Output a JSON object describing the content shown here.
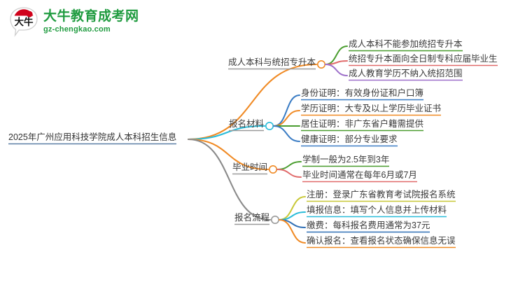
{
  "logo": {
    "mark_text": "大牛",
    "title": "大牛教育成考网",
    "subtitle": "gz-chengkao.com",
    "brand_color": "#1f9b3f",
    "mark_accent_color": "#d0021b"
  },
  "mindmap": {
    "root": {
      "label": "2025年广州应用科技学院成人本科招生信息",
      "underline_color": "#5b7fa6",
      "node_color": "#2f7ecb"
    },
    "branches": [
      {
        "label": "成人本科与统招专升本",
        "branch_color": "#f08a24",
        "node_color": "#f08a24",
        "underline_color": "#9a9a9a",
        "leaves": [
          {
            "label": "成人本科不能参加统招专升本",
            "color": "#4a9d2f"
          },
          {
            "label": "统招专升本面向全日制专科应届毕业生",
            "color": "#e06a6a"
          },
          {
            "label": "成人教育学历不纳入统招范围",
            "color": "#9d6fc9"
          }
        ]
      },
      {
        "label": "报名材料",
        "branch_color": "#29bcd9",
        "node_color": "#29bcd9",
        "underline_color": "#9a9a9a",
        "leaves": [
          {
            "label": "身份证明：有效身份证和户口簿",
            "color": "#3a7cc4"
          },
          {
            "label": "学历证明：大专及以上学历毕业证书",
            "color": "#f08a24"
          },
          {
            "label": "居住证明：非广东省户籍需提供",
            "color": "#4a9d2f"
          },
          {
            "label": "健康证明：部分专业要求",
            "color": "#3a7cc4"
          }
        ]
      },
      {
        "label": "毕业时间",
        "branch_color": "#f08a24",
        "node_color": "#f08a24",
        "underline_color": "#9a9a9a",
        "leaves": [
          {
            "label": "学制一般为2.5年到3年",
            "color": "#4a9d2f"
          },
          {
            "label": "毕业时间通常在每年6月或7月",
            "color": "#e06a6a"
          }
        ]
      },
      {
        "label": "报名流程",
        "branch_color": "#8a8a8a",
        "node_color": "#9a9a9a",
        "underline_color": "#9a9a9a",
        "leaves": [
          {
            "label": "注册：登录广东省教育考试院报名系统",
            "color": "#c8c838"
          },
          {
            "label": "填报信息：填写个人信息并上传材料",
            "color": "#29bcd9"
          },
          {
            "label": "缴费：每科报名费用通常为37元",
            "color": "#2f6fb5"
          },
          {
            "label": "确认报名：查看报名状态确保信息无误",
            "color": "#f08a24"
          }
        ]
      }
    ]
  }
}
